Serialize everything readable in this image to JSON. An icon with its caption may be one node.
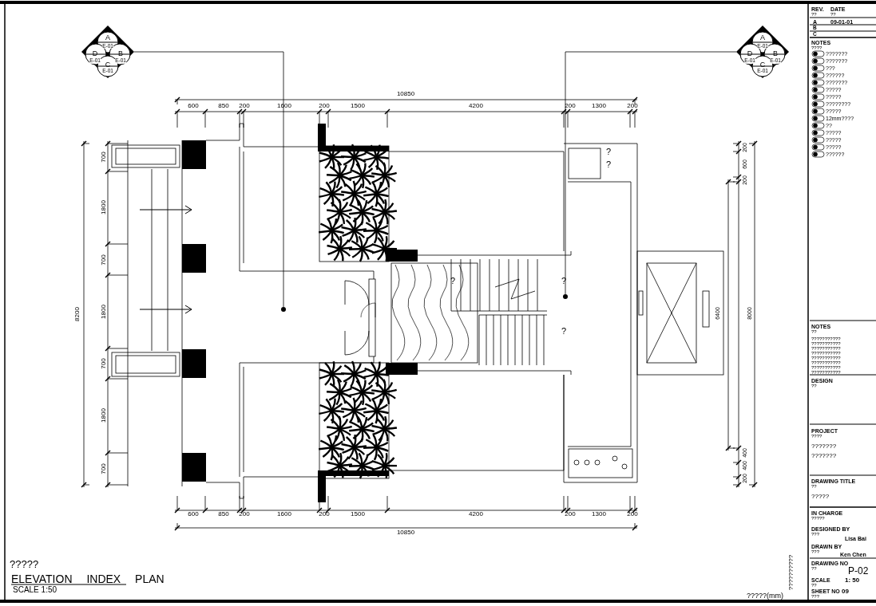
{
  "diagram": {
    "title": "ELEVATION INDEX PLAN",
    "nodes": [
      {
        "text": [
          "A",
          "E-01",
          "D",
          "B",
          "E-01",
          "E-01",
          "C",
          "E-01"
        ]
      },
      {
        "text": [],
        "shape": "circle"
      },
      {
        "text": [
          "A",
          "E-01",
          "D",
          "B",
          "E-01",
          "E-01",
          "C",
          "E-01"
        ]
      },
      {
        "text": [],
        "shape": "circle"
      }
    ],
    "edges": [
      {
        "from": 0,
        "to": 1,
        "arrow": "none"
      },
      {
        "from": 2,
        "to": 3,
        "arrow": "none"
      }
    ],
    "labels": [
      "10850",
      "600",
      "850",
      "200",
      "1600",
      "200",
      "1500",
      "4200",
      "200",
      "1300",
      "200",
      "REV.",
      "DATE",
      "??",
      "??",
      "A",
      "09-01-01",
      "B",
      "C",
      "NOTES",
      "????",
      "???????",
      "???????",
      "???",
      "??????",
      "???????",
      "?????",
      "?????",
      "????????",
      "?????",
      "12mm????",
      "??",
      "?????",
      "?????",
      "?????",
      "??????",
      "8200",
      "700",
      "1800",
      "700",
      "1800",
      "700",
      "1800",
      "700",
      "200",
      "600",
      "200",
      "6400",
      "8000",
      "400",
      "400",
      "200",
      "?",
      "?",
      "?",
      "?",
      "?",
      "NOTES",
      "??",
      "???????????",
      "???????????",
      "???????????",
      "???????????",
      "???????????",
      "???????????",
      "???????????",
      "???????????",
      "DESIGN",
      "??",
      "PROJECT",
      "????",
      "???????",
      "???????",
      "DRAWING TITLE",
      "??",
      "?????",
      "600",
      "850",
      "200",
      "1600",
      "200",
      "1500",
      "4200",
      "200",
      "1300",
      "200",
      "10850",
      "IN CHARGE",
      "?????",
      "DESIGNED BY",
      "???",
      "Lisa Bai",
      "DRAWN BY",
      "???",
      "Ken Chen",
      "DRAWING NO",
      "??",
      "P-02",
      "SCALE",
      "??",
      "1: 50",
      "SHEET NO",
      "???",
      "09",
      "?????",
      "SCALE 1:50",
      "??????????",
      "?????(mm)"
    ]
  }
}
